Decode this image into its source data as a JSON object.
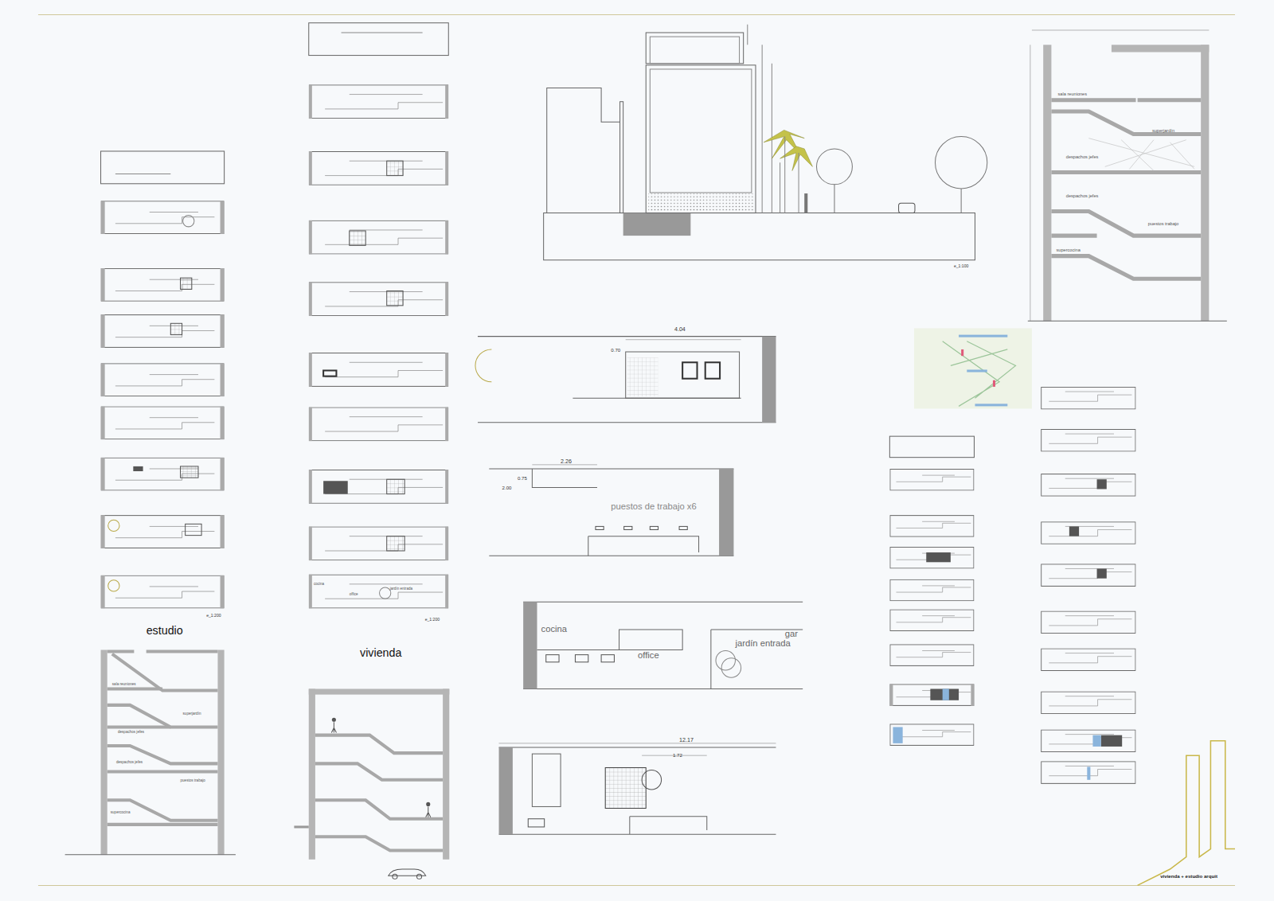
{
  "diagram": {
    "labels": [
      "estudio",
      "vivienda",
      "4.04",
      "0.70",
      "2.26",
      "2.00",
      "0.75",
      "puestos de trabajo x6",
      "cocina",
      "office",
      "jardín entrada",
      "gar",
      "12.17",
      "1.72",
      "e_1:200",
      "e_1:200",
      "e_1:100",
      "sala reuniones",
      "superjardín",
      "despachos jefes",
      "despachos jefes",
      "puestos trabajo",
      "supercocina",
      "sala reuniones",
      "superjardín",
      "despachos jefes",
      "despachos jefes",
      "puestos trabajo",
      "supercocina",
      "cocina",
      "office",
      "jardín entrada",
      "vivienda + estudio arquit"
    ]
  }
}
